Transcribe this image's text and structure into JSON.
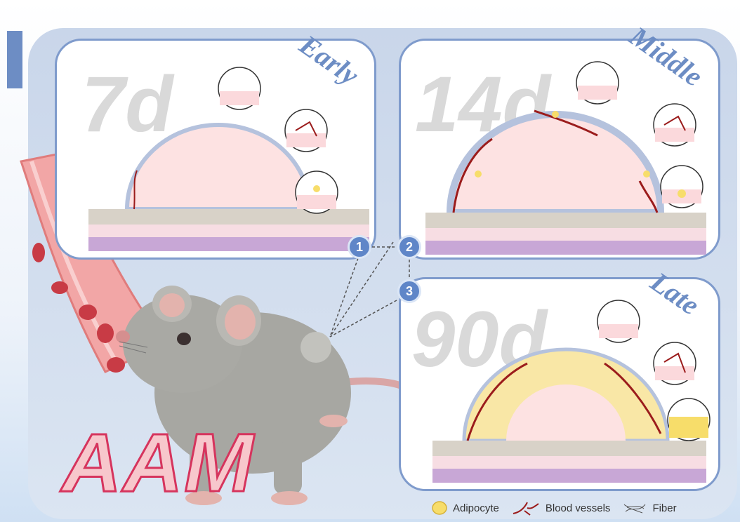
{
  "panels": {
    "early": {
      "day": "7d",
      "stage": "Early"
    },
    "middle": {
      "day": "14d",
      "stage": "Middle"
    },
    "late": {
      "day": "90d",
      "stage": "Late"
    }
  },
  "steps": [
    "1",
    "2",
    "3"
  ],
  "title": "AAM",
  "legend": {
    "adipocyte": "Adipocyte",
    "blood_vessels": "Blood vessels",
    "fiber": "Fiber"
  },
  "colors": {
    "accent": "#6d8dc4",
    "step": "#5f86c8",
    "vessel": "#9b1c1c",
    "adipocyte": "#f7dd6a",
    "title_stroke": "#d6345d"
  }
}
